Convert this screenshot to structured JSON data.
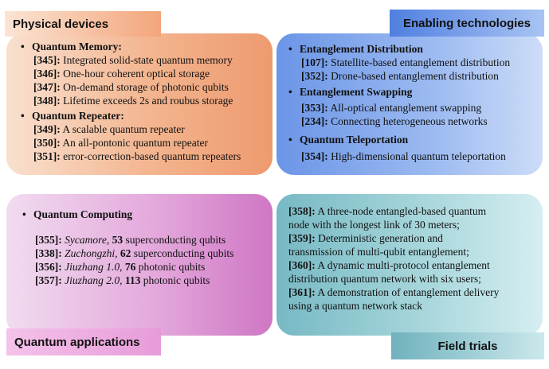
{
  "physical": {
    "tag": "Physical devices",
    "groups": [
      {
        "title": "Quantum Memory:",
        "items": [
          {
            "ref": "[345]:",
            "text": " Integrated solid-state quantum memory"
          },
          {
            "ref": "[346]:",
            "text": " One-hour coherent optical storage"
          },
          {
            "ref": "[347]:",
            "text": " On-demand storage of photonic qubits"
          },
          {
            "ref": "[348]:",
            "text": " Lifetime exceeds 2s and roubus storage"
          }
        ]
      },
      {
        "title": "Quantum Repeater:",
        "items": [
          {
            "ref": "[349]:",
            "text": " A scalable quantum repeater"
          },
          {
            "ref": "[350]:",
            "text": " An all-pontonic quantum repeater"
          },
          {
            "ref": "[351]:",
            "text": " error-correction-based quantum repeaters"
          }
        ]
      }
    ]
  },
  "enabling": {
    "tag": "Enabling technologies",
    "groups": [
      {
        "title": "Entanglement Distribution",
        "items": [
          {
            "ref": "[107]:",
            "text": " Statellite-based entanglement distribution"
          },
          {
            "ref": "[352]:",
            "text": " Drone-based entanglement distribution"
          }
        ]
      },
      {
        "title": "Entanglement Swapping",
        "items": [
          {
            "ref": "[353]:",
            "text": " All-optical entanglement swapping"
          },
          {
            "ref": "[234]:",
            "text": " Connecting heterogeneous  networks"
          }
        ]
      },
      {
        "title": "Quantum Teleportation",
        "items": [
          {
            "ref": "[354]:",
            "text": " High-dimensional quantum teleportation"
          }
        ]
      }
    ]
  },
  "applications": {
    "tag": "Quantum applications",
    "group_title": "Quantum Computing",
    "items": [
      {
        "ref": "[355]:",
        "name": " Sycamore,",
        "num": " 53",
        "text": " superconducting qubits"
      },
      {
        "ref": "[338]:",
        "name": " Zuchongzhi,",
        "num": " 62",
        "text": " superconducting qubits"
      },
      {
        "ref": "[356]:",
        "name": " Jiuzhang 1.0,",
        "num": " 76",
        "text": " photonic qubits"
      },
      {
        "ref": "[357]:",
        "name": " Jiuzhang 2.0,",
        "num": " 113",
        "text": " photonic qubits"
      }
    ]
  },
  "field": {
    "tag": "Field trials",
    "entries": [
      {
        "ref": "[358]:",
        "lines": [
          " A  three-node entangled-based quantum",
          "node with the longest link of 30 meters;"
        ]
      },
      {
        "ref": "[359]:",
        "lines": [
          " Deterministic generation and",
          "transmission of multi-qubit entanglement;"
        ]
      },
      {
        "ref": "[360]:",
        "lines": [
          " A dynamic multi-protocol entanglement",
          "distribution quantum network with six users;"
        ]
      },
      {
        "ref": "[361]:",
        "lines": [
          " A demonstration of entanglement delivery",
          "using a quantum network stack"
        ]
      }
    ]
  }
}
